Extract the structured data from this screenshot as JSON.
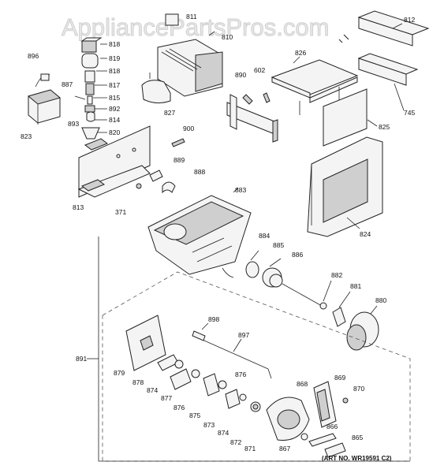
{
  "watermark": "AppliancePartsPros.com",
  "art_number": "(ART NO. WR19591 C2)",
  "labels": [
    "811",
    "810",
    "818",
    "819",
    "818",
    "817",
    "815",
    "892",
    "814",
    "820",
    "896",
    "887",
    "893",
    "823",
    "827",
    "890",
    "602",
    "826",
    "812",
    "745",
    "825",
    "900",
    "889",
    "888",
    "813",
    "371",
    "883",
    "824",
    "884",
    "885",
    "886",
    "882",
    "881",
    "880",
    "891",
    "898",
    "897",
    "879",
    "878",
    "874",
    "877",
    "876",
    "875",
    "876",
    "873",
    "874",
    "872",
    "871",
    "868",
    "869",
    "870",
    "866",
    "865",
    "867"
  ]
}
